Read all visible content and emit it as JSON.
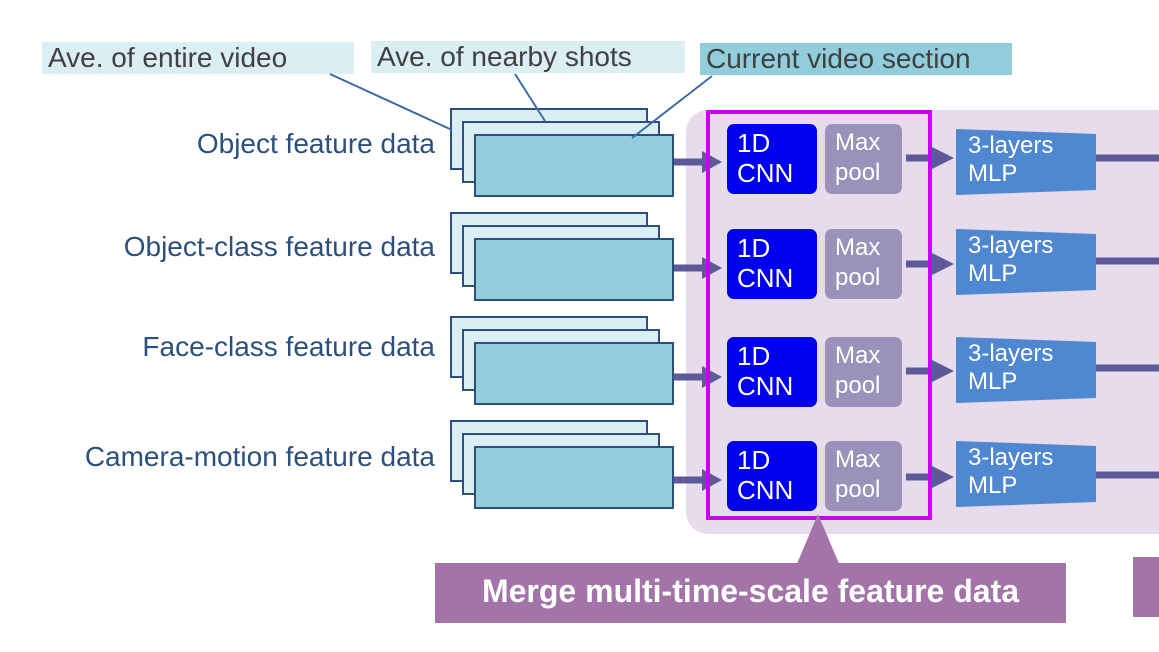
{
  "legend": {
    "entire": "Ave. of entire video",
    "nearby": "Ave. of nearby shots",
    "current": "Current video section"
  },
  "rows": [
    {
      "label": "Object feature data",
      "cnn": [
        "1D",
        "CNN"
      ],
      "pool": [
        "Max",
        "pool"
      ],
      "mlp": [
        "3-layers",
        "MLP"
      ]
    },
    {
      "label": "Object-class feature data",
      "cnn": [
        "1D",
        "CNN"
      ],
      "pool": [
        "Max",
        "pool"
      ],
      "mlp": [
        "3-layers",
        "MLP"
      ]
    },
    {
      "label": "Face-class feature data",
      "cnn": [
        "1D",
        "CNN"
      ],
      "pool": [
        "Max",
        "pool"
      ],
      "mlp": [
        "3-layers",
        "MLP"
      ]
    },
    {
      "label": "Camera-motion feature data",
      "cnn": [
        "1D",
        "CNN"
      ],
      "pool": [
        "Max",
        "pool"
      ],
      "mlp": [
        "3-layers",
        "MLP"
      ]
    }
  ],
  "callout": "Merge multi-time-scale feature data",
  "colors": {
    "legend_bg": "#daeef3",
    "stack_back": "#daeef3",
    "stack_front": "#92cddc",
    "panel_bg": "#e6dceb",
    "highlight_border": "#cc00ee",
    "cnn": "#0000f0",
    "pool": "#9a92b8",
    "mlp": "#4f88d0",
    "arrow": "#5e5a9a",
    "label_text": "#2c4f7c",
    "callout_bg": "#a274a8"
  }
}
